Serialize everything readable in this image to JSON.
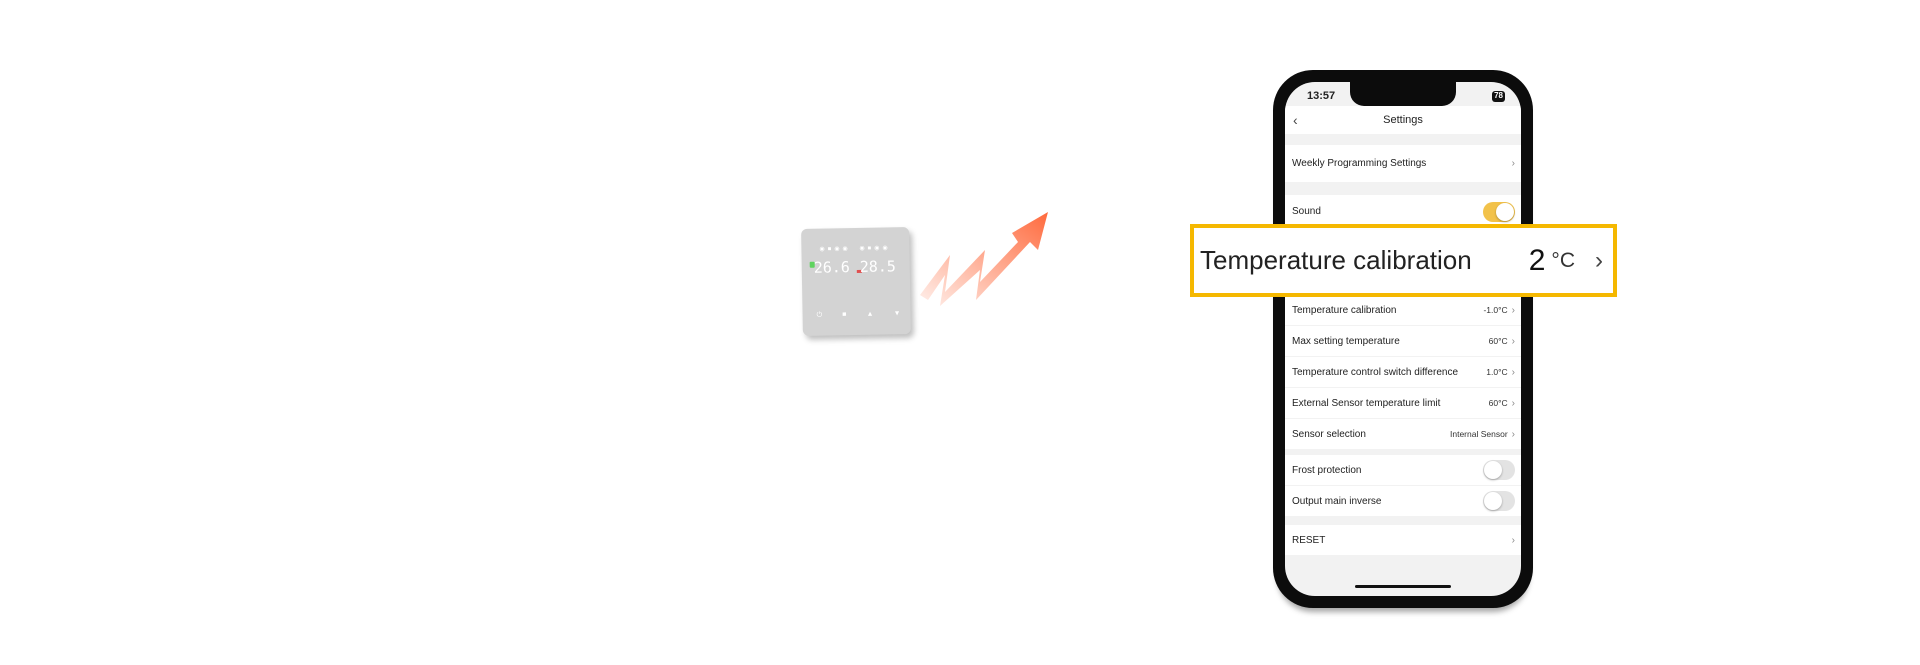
{
  "thermostat": {
    "display_left": "26.6",
    "display_right": "28.5",
    "buttons": [
      "⏻",
      "■",
      "▲",
      "▼"
    ]
  },
  "phone": {
    "status": {
      "time": "13:57",
      "battery": "78"
    },
    "header": {
      "title": "Settings",
      "back": "‹"
    },
    "rows": {
      "weekly": {
        "label": "Weekly Programming Settings"
      },
      "sound": {
        "label": "Sound",
        "on": true
      },
      "temp_cal": {
        "label": "Temperature calibration",
        "value": "-1.0°C"
      },
      "max_temp": {
        "label": "Max setting temperature",
        "value": "60°C"
      },
      "switch_diff": {
        "label": "Temperature control switch difference",
        "value": "1.0°C"
      },
      "ext_limit": {
        "label": "External Sensor temperature limit",
        "value": "60°C"
      },
      "sensor": {
        "label": "Sensor selection",
        "value": "Internal Sensor"
      },
      "frost": {
        "label": "Frost protection",
        "on": false
      },
      "inverse": {
        "label": "Output main inverse",
        "on": false
      },
      "reset": {
        "label": "RESET"
      }
    }
  },
  "callout": {
    "label": "Temperature calibration",
    "value": "2",
    "unit": "°C"
  },
  "colors": {
    "highlight": "#f5b800",
    "toggle_on": "#f2c24a",
    "arrow": "#ff6a3d"
  }
}
